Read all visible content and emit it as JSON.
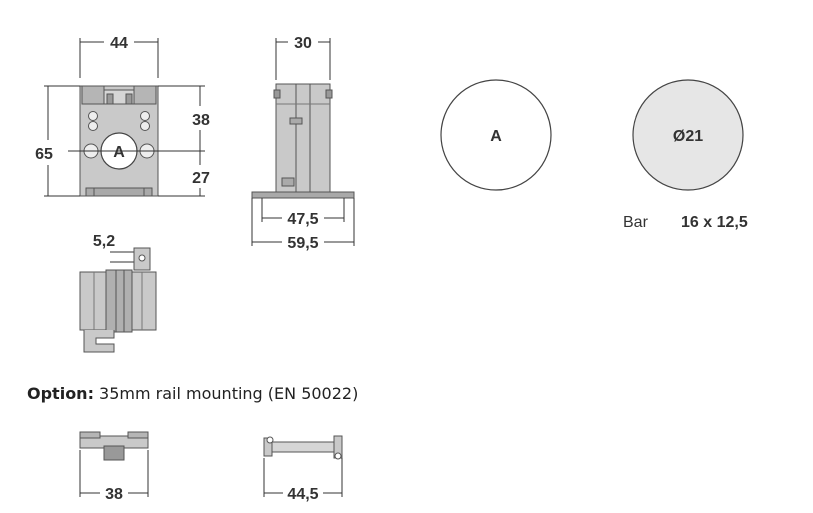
{
  "front_view": {
    "width": "44",
    "height": "65",
    "upper": "38",
    "lower": "27",
    "aperture_label": "A"
  },
  "side_view": {
    "depth": "30",
    "base_inner": "47,5",
    "base_outer": "59,5"
  },
  "clip_detail": {
    "hole": "5,2"
  },
  "aperture": {
    "label": "A"
  },
  "round_conductor": {
    "label": "Ø21"
  },
  "bar": {
    "label": "Bar",
    "size": "16 x 12,5"
  },
  "option": {
    "prefix": "Option:",
    "text": " 35mm rail mounting (EN 50022)",
    "rail_front_width": "38",
    "rail_side_width": "44,5"
  },
  "colors": {
    "body_gray": "#c9c9c9",
    "body_dark": "#8c8c8c",
    "circle_fill": "#e6e6e6",
    "line": "#333333"
  }
}
